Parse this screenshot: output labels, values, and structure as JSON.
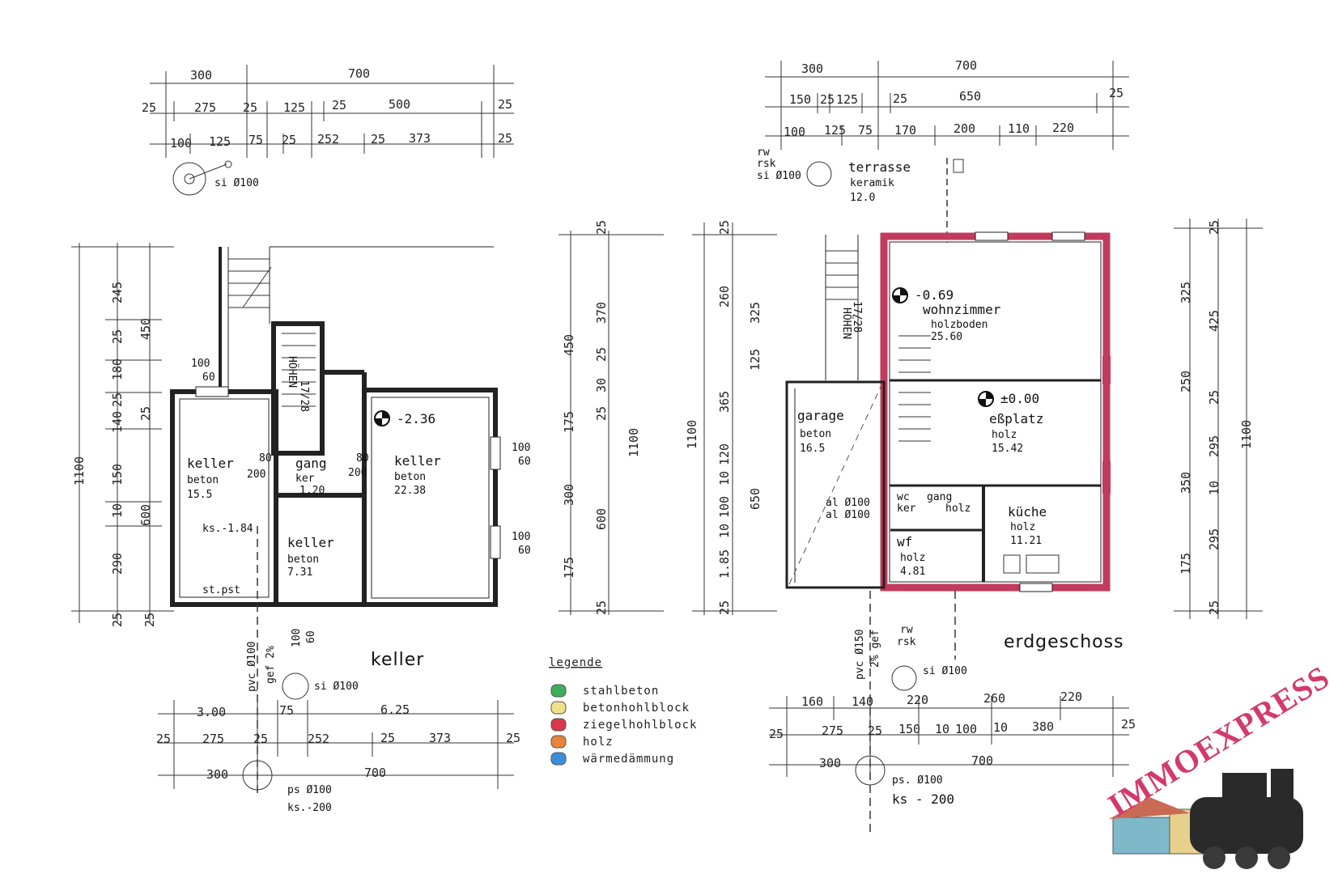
{
  "keller": {
    "title": "keller",
    "top_dims": {
      "row1": [
        "300",
        "700"
      ],
      "row2": [
        "25",
        "275",
        "25",
        "125",
        "25",
        "500",
        "25"
      ],
      "row3": [
        "100",
        "125",
        "75",
        "25",
        "252",
        "25",
        "373",
        "25"
      ]
    },
    "bottom_dims": {
      "row1": [
        "3.00",
        "75",
        "6.25"
      ],
      "row2": [
        "25",
        "275",
        "25",
        "252",
        "25",
        "373",
        "25"
      ],
      "row3": [
        "300",
        "700"
      ]
    },
    "left_dims": [
      "245",
      "450",
      "25",
      "180",
      "25",
      "140",
      "25",
      "150",
      "10",
      "600",
      "290",
      "1100",
      "25",
      "25"
    ],
    "rooms": [
      {
        "name": "keller",
        "material": "beton",
        "area": "15.5"
      },
      {
        "name": "gang",
        "material": "ker",
        "area": "1.20"
      },
      {
        "name": "keller",
        "material": "beton",
        "area": "22.38"
      },
      {
        "name": "keller",
        "material": "beton",
        "area": "7.31"
      }
    ],
    "labels": {
      "level": "-2.36",
      "ks": "ks.-1.84",
      "stpst": "st.pst",
      "hohen": "HÖHEN",
      "hohen_ratio": "17/28",
      "si_top": "si Ø100",
      "si_bottom": "si Ø100",
      "pvc": "pvc Ø100",
      "gef": "gef 2%",
      "ps": "ps Ø100",
      "ks_bottom": "ks.-200"
    },
    "openings": [
      "100",
      "60",
      "80",
      "200",
      "80",
      "200",
      "100",
      "60",
      "100",
      "60",
      "100",
      "60"
    ]
  },
  "mid_dims": {
    "col1": [
      "25",
      "450",
      "370",
      "25",
      "30",
      "175",
      "25",
      "300",
      "600",
      "175",
      "1100",
      "25"
    ],
    "col2": [
      "25",
      "260",
      "325",
      "125",
      "365",
      "120",
      "10",
      "100",
      "650",
      "10",
      "1.85",
      "1100",
      "25"
    ]
  },
  "erdgeschoss": {
    "title": "erdgeschoss",
    "top_dims": {
      "row1": [
        "300",
        "700"
      ],
      "row2": [
        "150",
        "25",
        "125",
        "25",
        "650",
        "25"
      ],
      "row3": [
        "100",
        "125",
        "75",
        "170",
        "200",
        "110",
        "220"
      ]
    },
    "bottom_dims": {
      "row1": [
        "160",
        "140",
        "220",
        "260",
        "220"
      ],
      "row2": [
        "25",
        "275",
        "25",
        "150",
        "10",
        "100",
        "10",
        "380",
        "25"
      ],
      "row3": [
        "300",
        "700"
      ]
    },
    "right_dims": [
      "25",
      "325",
      "425",
      "250",
      "25",
      "295",
      "350",
      "10",
      "295",
      "175",
      "1100",
      "25"
    ],
    "rooms": [
      {
        "name": "wohnzimmer",
        "material": "holzboden",
        "area": "25.60"
      },
      {
        "name": "eßplatz",
        "material": "holz",
        "area": "15.42"
      },
      {
        "name": "garage",
        "material": "beton",
        "area": "16.5"
      },
      {
        "name": "küche",
        "material": "holz",
        "area": "11.21"
      },
      {
        "name": "wf",
        "material": "holz",
        "area": "4.81"
      },
      {
        "name": "wc",
        "material": "ker",
        "area": ""
      },
      {
        "name": "gang",
        "material": "holz",
        "area": ""
      }
    ],
    "labels": {
      "terrasse": "terrasse",
      "terrasse_mat": "keramik",
      "terrasse_area": "12.0",
      "level_wohn": "-0.69",
      "level_ess": "±0.00",
      "rw_top": "rw",
      "rsk_top": "rsk",
      "si_top": "si Ø100",
      "rw_bottom": "rw",
      "rsk_bottom": "rsk",
      "si_bottom": "si Ø100",
      "pvc": "pvc Ø150",
      "gef": "2% gef",
      "ps": "ps. Ø100",
      "ks_bottom": "ks - 200",
      "al1": "al Ø100",
      "al2": "al Ø100",
      "hohen": "HÖHEN",
      "hohen_ratio": "17/28"
    }
  },
  "legend": {
    "title": "legende",
    "items": [
      {
        "label": "stahlbeton",
        "color": "#3fae5a"
      },
      {
        "label": "betonhohlblock",
        "color": "#efe08a"
      },
      {
        "label": "ziegelhohlblock",
        "color": "#d9384a"
      },
      {
        "label": "holz",
        "color": "#e9853a"
      },
      {
        "label": "wärmedämmung",
        "color": "#3b8fd8"
      }
    ]
  },
  "watermark": {
    "text": "IMMOEXPRESS"
  },
  "colors": {
    "wall_red": "#c23a5e",
    "line": "#222222"
  }
}
